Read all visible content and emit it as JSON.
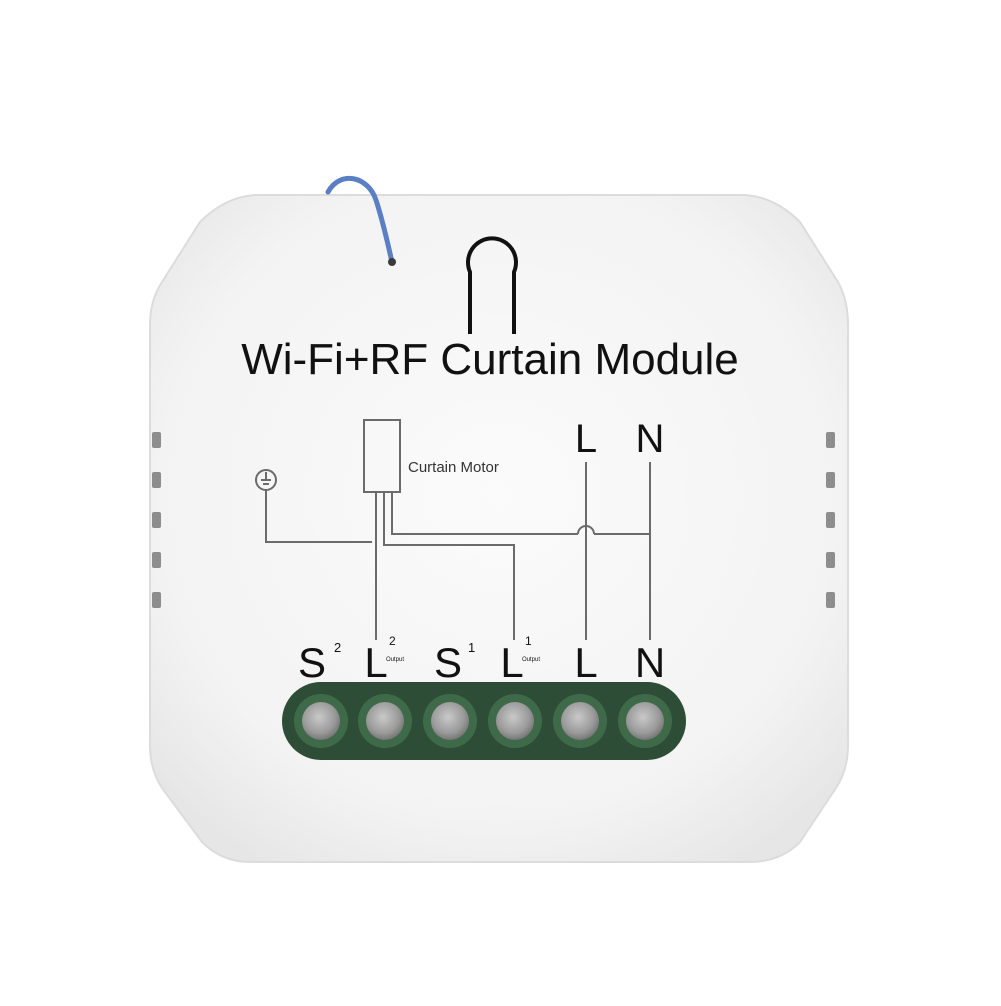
{
  "product": {
    "title": "Wi-Fi+RF Curtain Module",
    "diagram": {
      "motor_label": "Curtain Motor",
      "supply_labels": {
        "live": "L",
        "neutral": "N"
      }
    },
    "terminals": [
      {
        "main": "S",
        "sup": "2",
        "sub": ""
      },
      {
        "main": "L",
        "sup": "2",
        "sub": "Output"
      },
      {
        "main": "S",
        "sup": "1",
        "sub": ""
      },
      {
        "main": "L",
        "sup": "1",
        "sub": "Output"
      },
      {
        "main": "L",
        "sup": "",
        "sub": ""
      },
      {
        "main": "N",
        "sup": "",
        "sub": ""
      }
    ]
  },
  "colors": {
    "body": "#f4f4f4",
    "body_edge": "#e2e2e2",
    "terminal_strip": "#2e4d36",
    "terminal_screw": "#9c9c9c",
    "antenna": "#5b7fc4",
    "line": "#6b6b6b",
    "text": "#111111"
  }
}
